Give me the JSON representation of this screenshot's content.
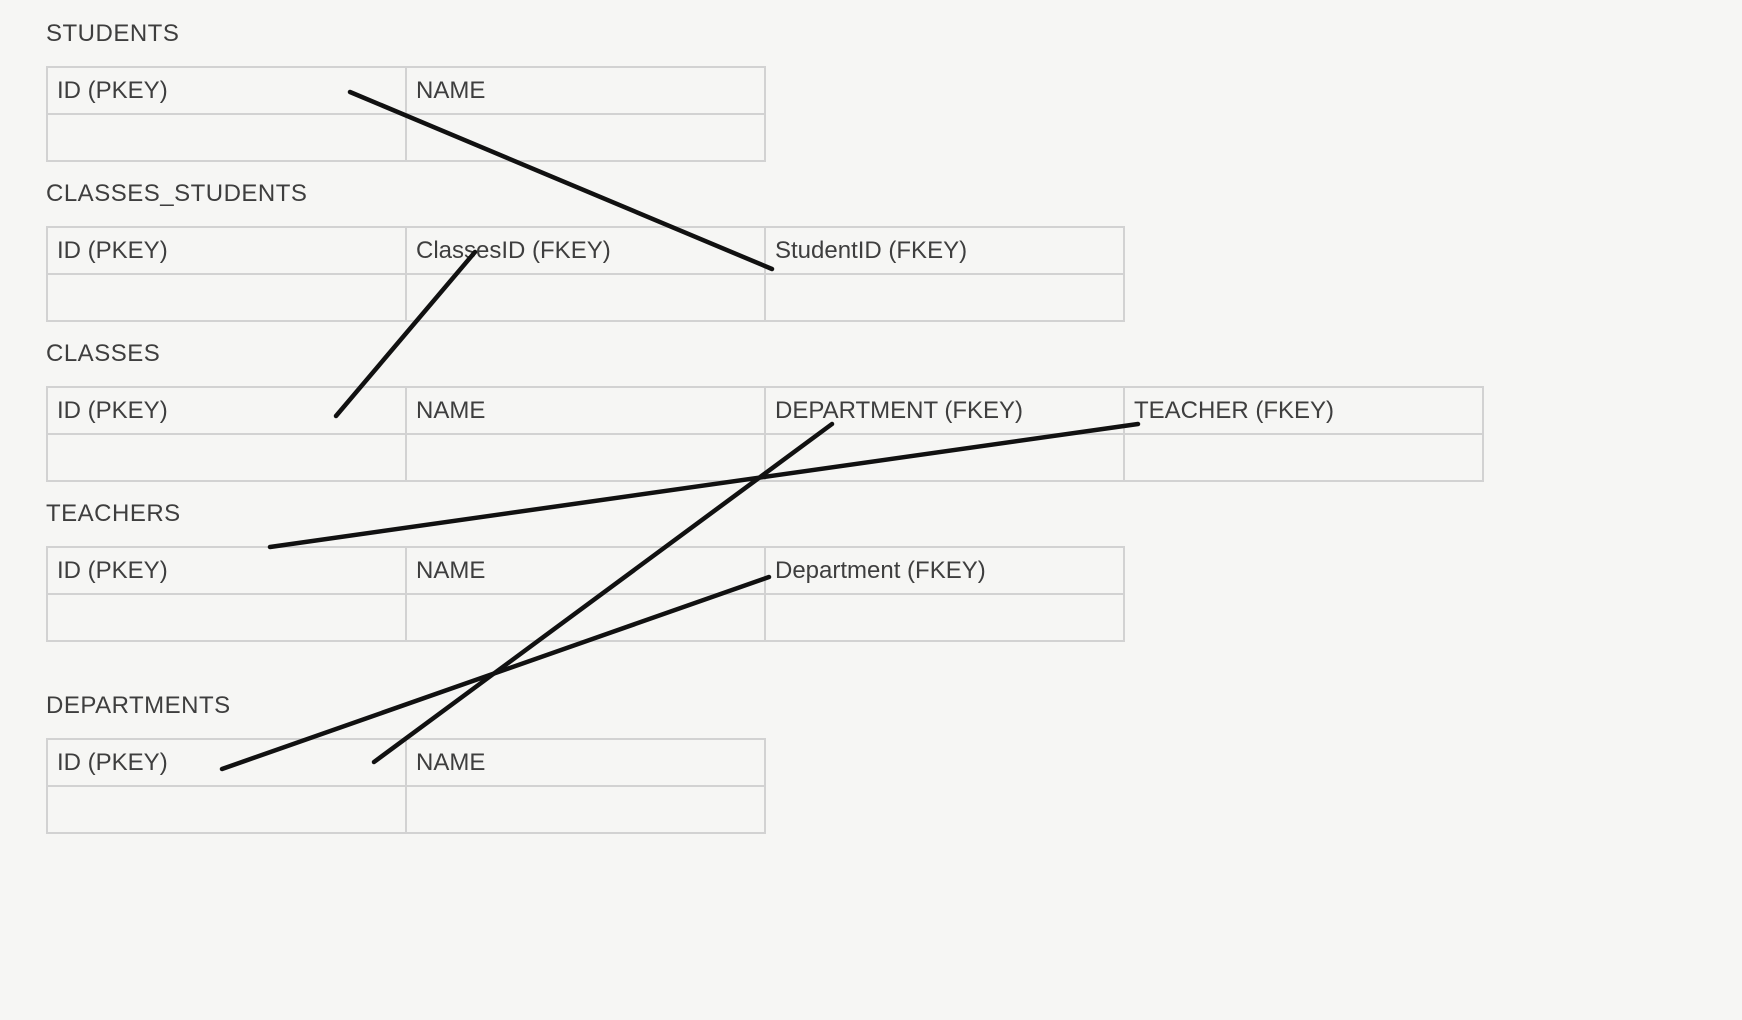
{
  "tables": [
    {
      "name": "STUDENTS",
      "columns": [
        "ID (PKEY)",
        "NAME"
      ]
    },
    {
      "name": "CLASSES_STUDENTS",
      "columns": [
        "ID (PKEY)",
        "ClassesID (FKEY)",
        "StudentID (FKEY)"
      ]
    },
    {
      "name": "CLASSES",
      "columns": [
        "ID (PKEY)",
        "NAME",
        "DEPARTMENT (FKEY)",
        "TEACHER (FKEY)"
      ]
    },
    {
      "name": "TEACHERS",
      "columns": [
        "ID (PKEY)",
        "NAME",
        "Department (FKEY)"
      ]
    },
    {
      "name": "DEPARTMENTS",
      "columns": [
        "ID (PKEY)",
        "NAME"
      ]
    }
  ],
  "relationships": [
    {
      "from": "STUDENTS.ID (PKEY)",
      "to": "CLASSES_STUDENTS.StudentID (FKEY)"
    },
    {
      "from": "CLASSES_STUDENTS.ClassesID (FKEY)",
      "to": "CLASSES.ID (PKEY)"
    },
    {
      "from": "CLASSES.TEACHER (FKEY)",
      "to": "TEACHERS.ID (PKEY)"
    },
    {
      "from": "CLASSES.DEPARTMENT (FKEY)",
      "to": "DEPARTMENTS.ID (PKEY)"
    },
    {
      "from": "TEACHERS.Department (FKEY)",
      "to": "DEPARTMENTS.ID (PKEY)"
    }
  ],
  "colors": {
    "background": "#f6f6f4",
    "grid_line": "#d2d2d2",
    "text": "#3e3e3e",
    "connector": "#111111"
  }
}
